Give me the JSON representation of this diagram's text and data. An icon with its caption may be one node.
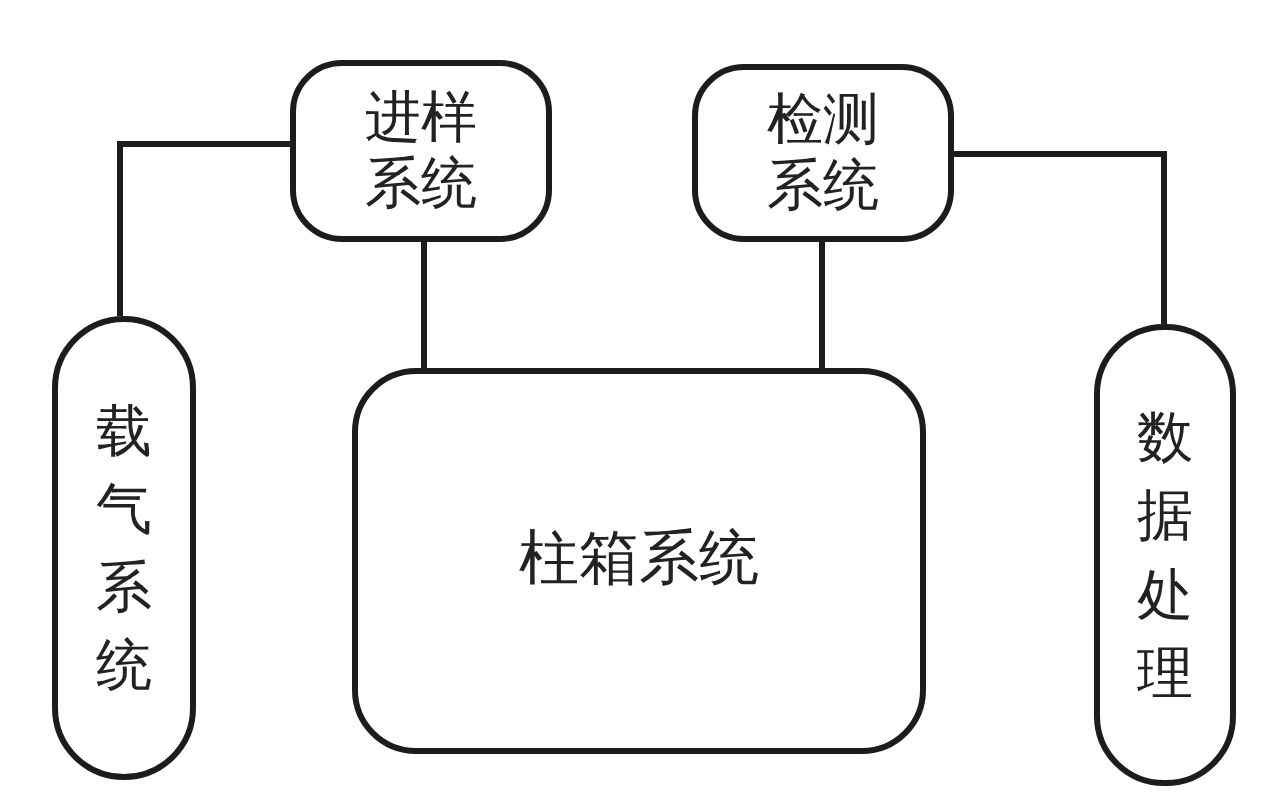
{
  "diagram": {
    "nodes": [
      {
        "text": [
          "进样系统"
        ]
      },
      {
        "text": [
          "检测系统"
        ]
      },
      {
        "text": [
          "载气系统"
        ]
      },
      {
        "text": [
          "柱箱系统"
        ]
      },
      {
        "text": [
          "数据处理"
        ]
      }
    ],
    "edges": [
      {
        "from": 2,
        "to": 0,
        "arrow": "none"
      },
      {
        "from": 0,
        "to": 3,
        "arrow": "none"
      },
      {
        "from": 1,
        "to": 3,
        "arrow": "none"
      },
      {
        "from": 1,
        "to": 4,
        "arrow": "none"
      }
    ]
  }
}
